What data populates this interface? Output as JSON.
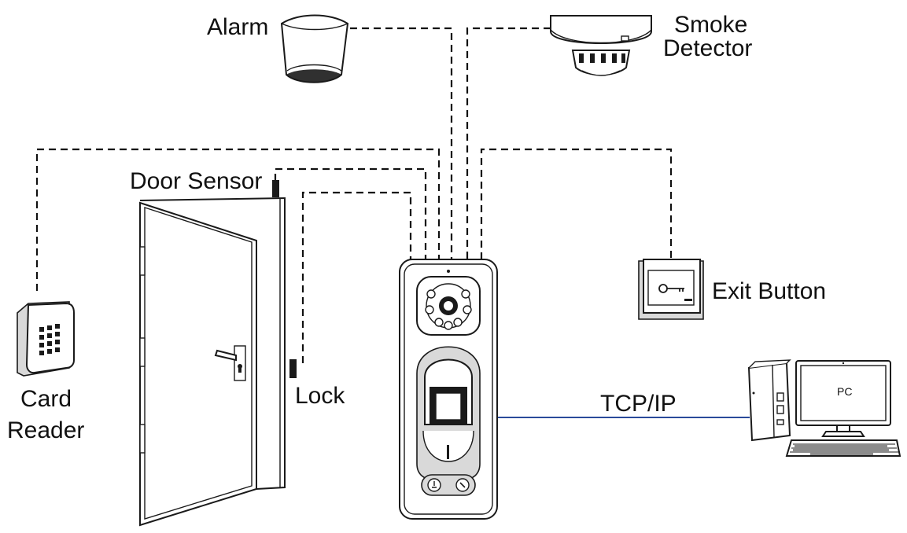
{
  "labels": {
    "alarm": "Alarm",
    "smoke_line1": "Smoke",
    "smoke_line2": "Detector",
    "door_sensor": "Door Sensor",
    "lock": "Lock",
    "card_line1": "Card",
    "card_line2": "Reader",
    "exit_button": "Exit Button",
    "tcp_ip": "TCP/IP",
    "pc": "PC"
  },
  "colors": {
    "wire": "#111111",
    "network_line": "#2a4a9a",
    "outline": "#1a1a1a",
    "fill_grey": "#d9d9d9"
  },
  "icons": [
    "alarm-siren-icon",
    "smoke-detector-icon",
    "card-reader-icon",
    "door-icon",
    "door-sensor-icon",
    "lock-icon",
    "access-terminal-icon",
    "exit-button-icon",
    "pc-icon"
  ]
}
